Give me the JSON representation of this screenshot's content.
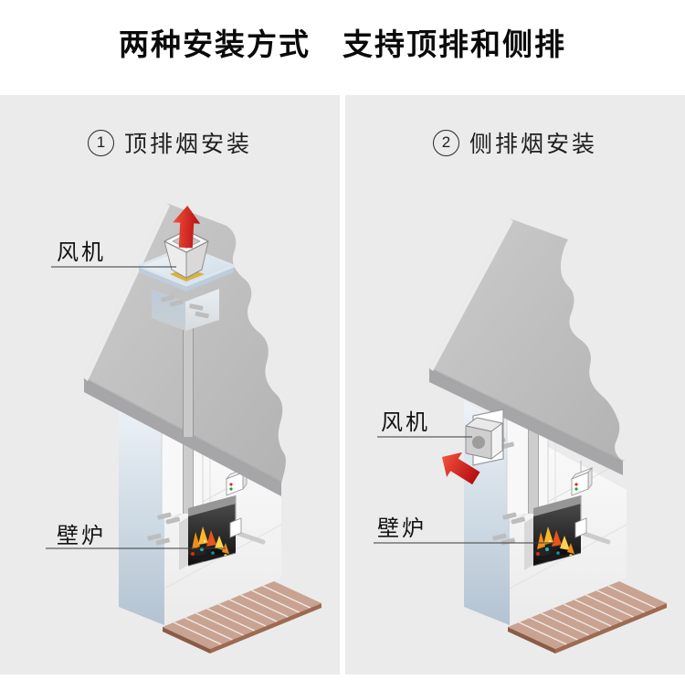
{
  "title": "两种安装方式　支持顶排和侧排",
  "panels": [
    {
      "number": "1",
      "heading": "顶排烟安装",
      "fan_label": "风机",
      "fireplace_label": "壁炉"
    },
    {
      "number": "2",
      "heading": "侧排烟安装",
      "fan_label": "风机",
      "fireplace_label": "壁炉"
    }
  ],
  "colors": {
    "panel_bg": "#ebebeb",
    "roof_gray": "#bfbfbf",
    "roof_fascia": "#a6a6a9",
    "wall_blue": "#b7c6d4",
    "chimney_blue": "#c9d6e2",
    "floor_wood": "#c9a392",
    "floor_edge": "#9d6b51",
    "arrow_red": "#cf1520",
    "fan_base_yellow": "#d8b340",
    "fire_orange": "#f08c1b",
    "fire_yellow": "#ffd34e",
    "fire_teal": "#25b5c8",
    "recess_dark": "#141414"
  }
}
